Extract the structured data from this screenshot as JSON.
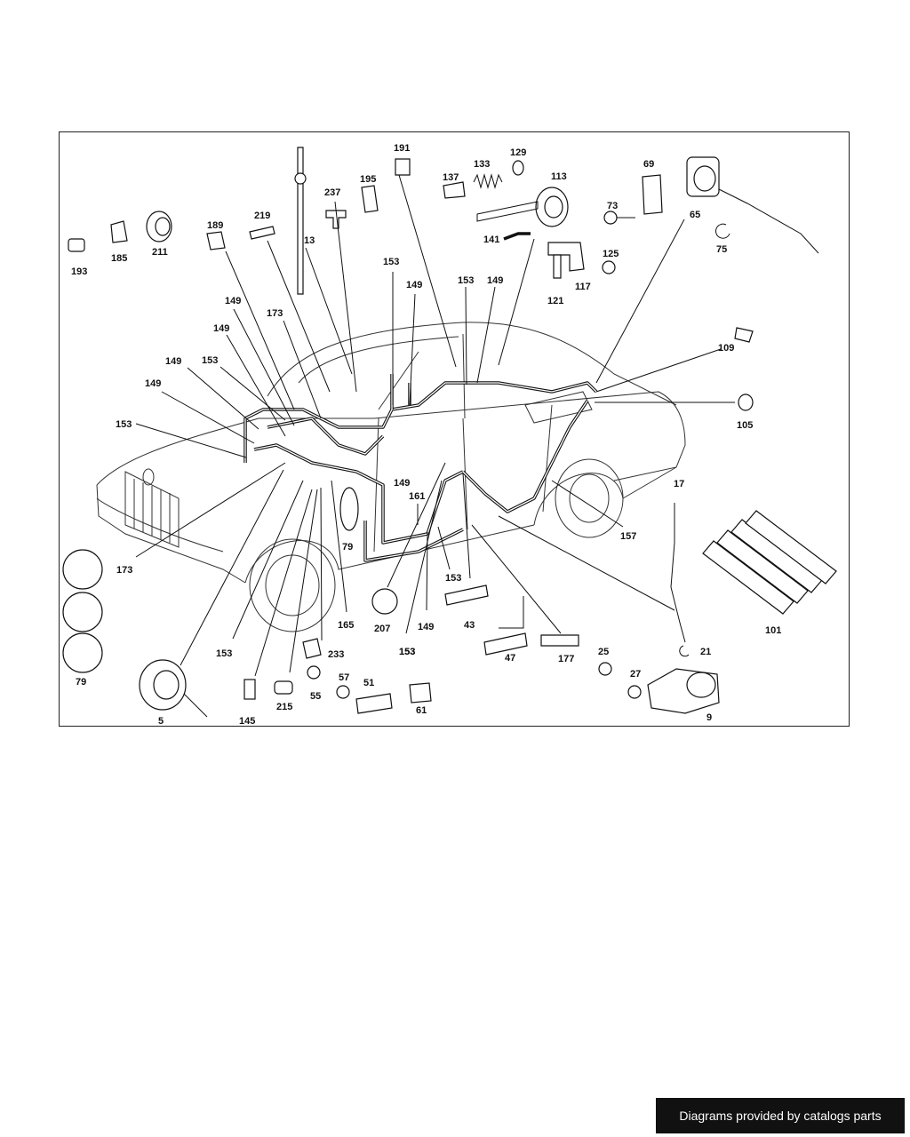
{
  "credit": {
    "text": "Diagrams provided by catalogs parts"
  },
  "diagram": {
    "labels": [
      "193",
      "185",
      "211",
      "189",
      "219",
      "13",
      "237",
      "195",
      "191",
      "137",
      "133",
      "129",
      "113",
      "69",
      "73",
      "65",
      "75",
      "141",
      "125",
      "117",
      "121",
      "153",
      "149",
      "153",
      "149",
      "149",
      "173",
      "149",
      "153",
      "149",
      "149",
      "153",
      "109",
      "105",
      "173",
      "79",
      "149",
      "161",
      "153",
      "165",
      "207",
      "149",
      "153",
      "43",
      "157",
      "17",
      "101",
      "153",
      "153",
      "233",
      "47",
      "177",
      "21",
      "25",
      "27",
      "79",
      "5",
      "145",
      "215",
      "55",
      "57",
      "51",
      "61",
      "9"
    ]
  }
}
